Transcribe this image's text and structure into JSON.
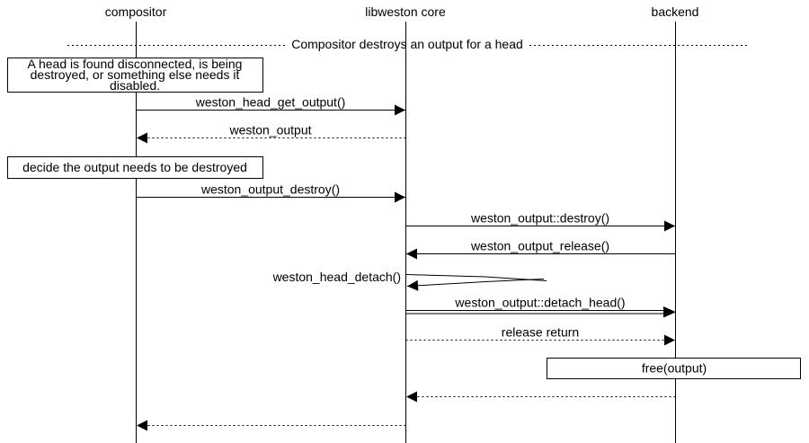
{
  "diagram": {
    "type": "sequence-diagram",
    "title": "Compositor destroys an output for a head",
    "colors": {
      "foreground": "#000000",
      "background": "#ffffff"
    },
    "participants": [
      {
        "name": "compositor"
      },
      {
        "name": "libweston core"
      },
      {
        "name": "backend"
      }
    ],
    "divider": {
      "label": "Compositor destroys an output for a head"
    },
    "notes": [
      {
        "target": "compositor",
        "lines": [
          "A head is found disconnected, is being",
          "destroyed, or something else needs it",
          "disabled."
        ]
      },
      {
        "target": "compositor",
        "lines": [
          "decide the output needs to be destroyed"
        ]
      },
      {
        "target": "backend",
        "lines": [
          "free(output)"
        ]
      }
    ],
    "messages": [
      {
        "label": "weston_head_get_output()",
        "from": "compositor",
        "to": "libweston core",
        "line": "solid"
      },
      {
        "label": "weston_output",
        "from": "libweston core",
        "to": "compositor",
        "line": "dotted"
      },
      {
        "label": "weston_output_destroy()",
        "from": "compositor",
        "to": "libweston core",
        "line": "solid"
      },
      {
        "label": "weston_output::destroy()",
        "from": "libweston core",
        "to": "backend",
        "line": "solid"
      },
      {
        "label": "weston_output_release()",
        "from": "backend",
        "to": "libweston core",
        "line": "solid"
      },
      {
        "label": "weston_head_detach()",
        "from": "libweston core",
        "to": "libweston core",
        "line": "self"
      },
      {
        "label": "weston_output::detach_head()",
        "from": "libweston core",
        "to": "backend",
        "line": "solid-double"
      },
      {
        "label": "release return",
        "from": "libweston core",
        "to": "backend",
        "line": "dotted"
      },
      {
        "label": "",
        "from": "backend",
        "to": "libweston core",
        "line": "dotted"
      },
      {
        "label": "",
        "from": "libweston core",
        "to": "compositor",
        "line": "dotted"
      }
    ]
  }
}
